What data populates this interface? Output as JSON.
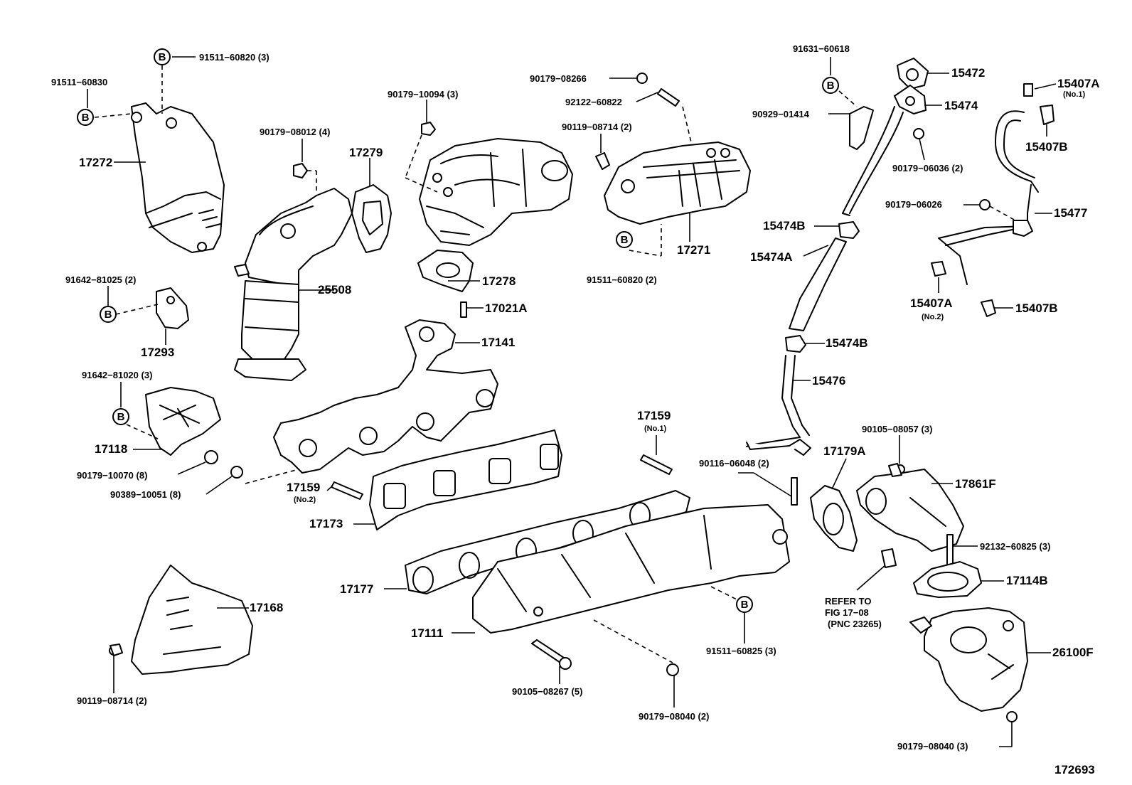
{
  "labels": {
    "p91511_60820_3": "91511−60820 (3)",
    "p91511_60830": "91511−60830",
    "p17272": "17272",
    "p90179_08012_4": "90179−08012 (4)",
    "p17279": "17279",
    "p90179_10094_3": "90179−10094 (3)",
    "p90179_08266": "90179−08266",
    "p92122_60822": "92122−60822",
    "p90119_08714_2_top": "90119−08714 (2)",
    "p91631_60618": "91631−60618",
    "p15472": "15472",
    "p15474": "15474",
    "p90929_01414": "90929−01414",
    "p15407A_1": "15407A",
    "p15407A_1_note": "(No.1)",
    "p15407B_top": "15407B",
    "p90179_06036_2": "90179−06036 (2)",
    "p90179_06026": "90179−06026",
    "p15477": "15477",
    "p15474B_top": "15474B",
    "p15474A": "15474A",
    "p17271": "17271",
    "p25508": "25508",
    "p17278": "17278",
    "p91511_60820_2": "91511−60820 (2)",
    "p91642_81025_2": "91642−81025 (2)",
    "p17293": "17293",
    "p17021A": "17021A",
    "p17141": "17141",
    "p15407A_2": "15407A",
    "p15407A_2_note": "(No.2)",
    "p15407B_bot": "15407B",
    "p15474B_bot": "15474B",
    "p15476": "15476",
    "p91642_81020_3": "91642−81020 (3)",
    "p17118": "17118",
    "p90179_10070_8": "90179−10070 (8)",
    "p90389_10051_8": "90389−10051 (8)",
    "p17159_1": "17159",
    "p17159_1_note": "(No.1)",
    "p17159_2": "17159",
    "p17159_2_note": "(No.2)",
    "p17173": "17173",
    "p90105_08057_3": "90105−08057 (3)",
    "p17179A": "17179A",
    "p90116_06048_2": "90116−06048 (2)",
    "p17861F": "17861F",
    "p92132_60825_3": "92132−60825 (3)",
    "p17114B": "17114B",
    "p17177": "17177",
    "p17168": "17168",
    "p17111": "17111",
    "p91511_60825_3": "91511−60825 (3)",
    "refer1": "REFER TO",
    "refer2": "FIG 17−08",
    "refer3": "(PNC 23265)",
    "p26100F": "26100F",
    "p90119_08714_2_bot": "90119−08714 (2)",
    "p90105_08267_5": "90105−08267 (5)",
    "p90179_08040_2": "90179−08040 (2)",
    "p90179_08040_3": "90179−08040 (3)",
    "fig_no": "172693",
    "b": "B"
  }
}
